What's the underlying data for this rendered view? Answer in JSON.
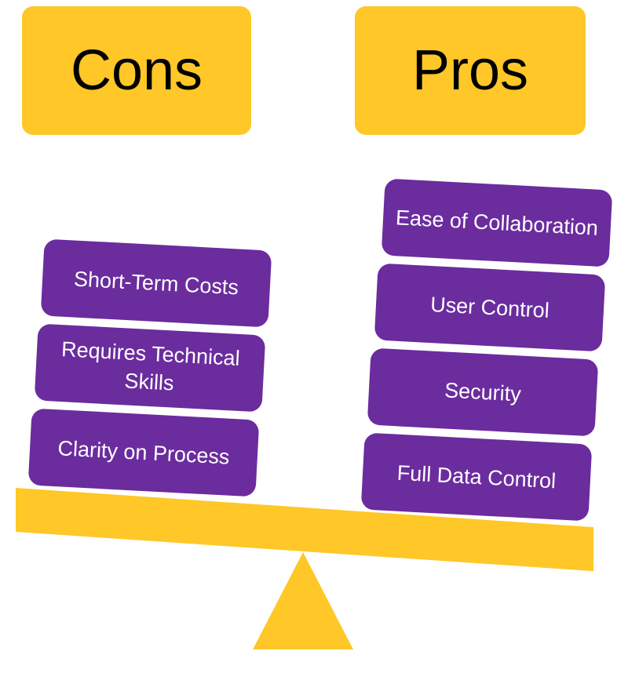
{
  "headers": {
    "cons": "Cons",
    "pros": "Pros"
  },
  "cons": [
    {
      "label": "Short-Term Costs"
    },
    {
      "label": "Requires Technical Skills"
    },
    {
      "label": "Clarity on Process"
    }
  ],
  "pros": [
    {
      "label": "Ease of Collaboration"
    },
    {
      "label": "User Control"
    },
    {
      "label": "Security"
    },
    {
      "label": "Full Data Control"
    }
  ],
  "colors": {
    "header_fill": "#FFC727",
    "block_fill": "#6B2C9E",
    "block_text": "#FFFFFF",
    "header_text": "#000000",
    "scale_fill": "#FFC727"
  }
}
